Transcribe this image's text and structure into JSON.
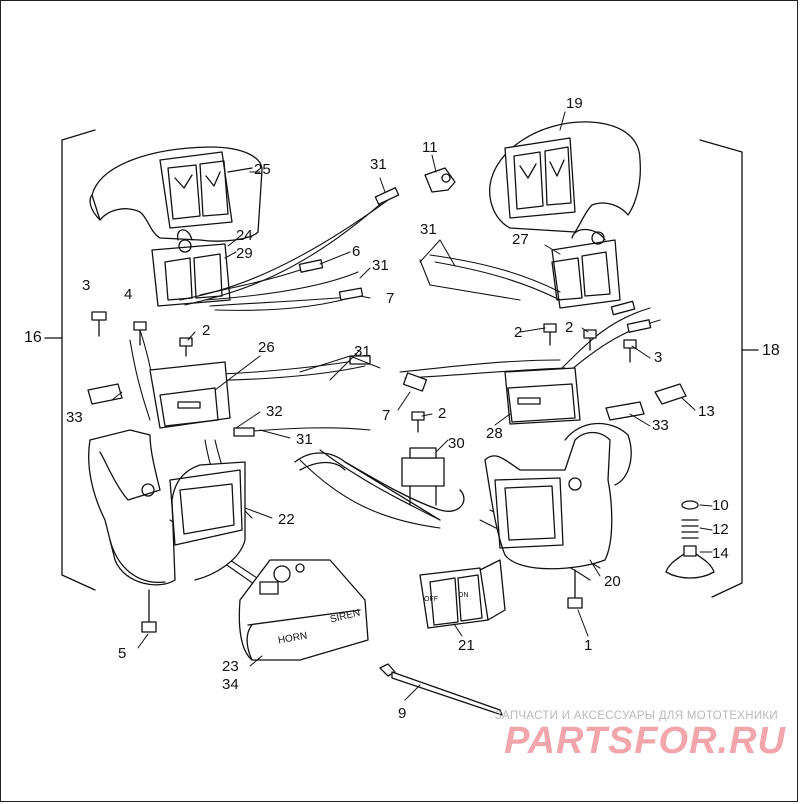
{
  "diagram": {
    "callouts": {
      "c1": "1",
      "c2a": "2",
      "c2b": "2",
      "c2c": "2",
      "c2d": "2",
      "c3a": "3",
      "c3b": "3",
      "c4": "4",
      "c5": "5",
      "c6": "6",
      "c7a": "7",
      "c7b": "7",
      "c9": "9",
      "c10": "10",
      "c11": "11",
      "c12": "12",
      "c13": "13",
      "c14": "14",
      "c16": "16",
      "c18": "18",
      "c19": "19",
      "c20": "20",
      "c21": "21",
      "c22": "22",
      "c23": "23",
      "c34": "34",
      "c24": "24",
      "c29": "29",
      "c25": "25",
      "c26": "26",
      "c27": "27",
      "c28": "28",
      "c30": "30",
      "c31a": "31",
      "c31b": "31",
      "c31c": "31",
      "c31d": "31",
      "c31e": "31",
      "c32": "32",
      "c33a": "33",
      "c33b": "33"
    },
    "part_labels": {
      "horn": "HORN",
      "siren": "SIREN",
      "off": "OFF",
      "on": "ON"
    }
  },
  "watermark": {
    "tagline": "ЗАПЧАСТИ И АКСЕССУАРЫ ДЛЯ МОТОТЕХНИКИ",
    "logo": "PARTSFOR.RU",
    "logo_color": "#e33b4a"
  }
}
